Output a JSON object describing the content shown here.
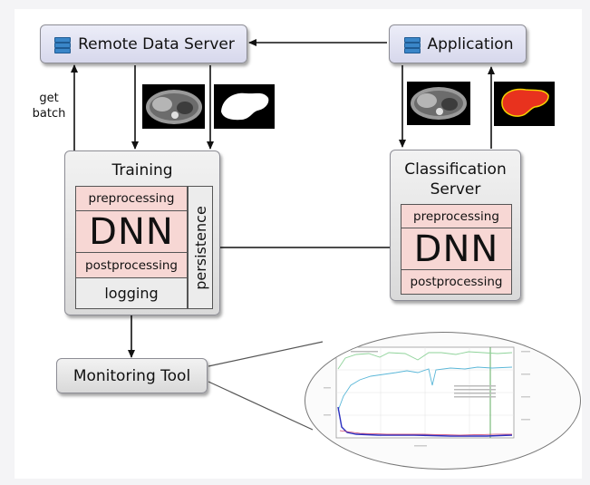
{
  "nodes": {
    "remote_data_server": "Remote Data Server",
    "application": "Application",
    "training": {
      "title": "Training",
      "preprocessing": "preprocessing",
      "dnn": "DNN",
      "postprocessing": "postprocessing",
      "logging": "logging",
      "persistence": "persistence"
    },
    "classification_server": {
      "title_line1": "Classification",
      "title_line2": "Server",
      "preprocessing": "preprocessing",
      "dnn": "DNN",
      "postprocessing": "postprocessing"
    },
    "monitoring_tool": "Monitoring Tool"
  },
  "edge_labels": {
    "get": "get",
    "batch": "batch"
  },
  "icons": {
    "server": "server-icon",
    "ct_slice": "ct-scan-thumbnail",
    "mask": "segmentation-mask-thumbnail",
    "liver": "liver-segmentation-thumbnail",
    "plot": "training-curves-plot"
  },
  "colors": {
    "box_blue": "#d7d8ec",
    "box_gray": "#d9d9d9",
    "layer_pink": "#f7d7d4",
    "liver_red": "#e8321e"
  }
}
